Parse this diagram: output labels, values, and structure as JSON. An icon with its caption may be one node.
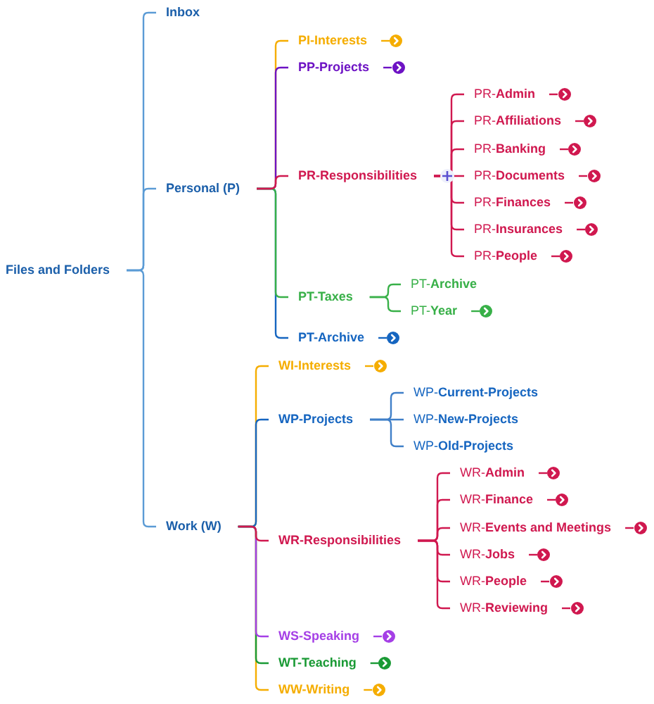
{
  "diagram": {
    "nodes": [
      {
        "text": [
          "Files and Folders"
        ]
      },
      {
        "text": [
          "Inbox"
        ]
      },
      {
        "text": [
          "Personal (P)"
        ]
      },
      {
        "text": [
          "PI-Interests"
        ]
      },
      {
        "text": [],
        "shape": "circle"
      },
      {
        "text": [
          "PP-Projects"
        ]
      },
      {
        "text": [],
        "shape": "circle"
      },
      {
        "text": [
          "PR-Responsibilities"
        ]
      },
      {
        "text": [
          "PR-**Admin**"
        ]
      },
      {
        "text": [],
        "shape": "circle"
      },
      {
        "text": [
          "PR-**Affiliations**"
        ]
      },
      {
        "text": [],
        "shape": "circle"
      },
      {
        "text": [
          "PR-**Banking**"
        ]
      },
      {
        "text": [],
        "shape": "circle"
      },
      {
        "text": [
          "PR-**Documents**"
        ]
      },
      {
        "text": [],
        "shape": "circle"
      },
      {
        "text": [
          "PR-**Finances**"
        ]
      },
      {
        "text": [],
        "shape": "circle"
      },
      {
        "text": [
          "PR-**Insurances**"
        ]
      },
      {
        "text": [],
        "shape": "circle"
      },
      {
        "text": [
          "PR-**People**"
        ]
      },
      {
        "text": [],
        "shape": "circle"
      },
      {
        "text": [
          "PT-Taxes"
        ]
      },
      {
        "text": [
          "PT-**Archive**"
        ]
      },
      {
        "text": [
          "PT-**Year**"
        ]
      },
      {
        "text": [],
        "shape": "circle"
      },
      {
        "text": [
          "PT-Archive"
        ]
      },
      {
        "text": [],
        "shape": "circle"
      },
      {
        "text": [
          "Work (W)"
        ]
      },
      {
        "text": [
          "WI-Interests"
        ]
      },
      {
        "text": [],
        "shape": "circle"
      },
      {
        "text": [
          "WP-Projects"
        ]
      },
      {
        "text": [
          "WP-**Current-Projects**"
        ]
      },
      {
        "text": [
          "WP-**New-Projects**"
        ]
      },
      {
        "text": [
          "WP-**Old-Projects**"
        ]
      },
      {
        "text": [
          "WR-Responsibilities"
        ]
      },
      {
        "text": [
          "WR-**Admin**"
        ]
      },
      {
        "text": [],
        "shape": "circle"
      },
      {
        "text": [
          "WR-**Finance**"
        ]
      },
      {
        "text": [],
        "shape": "circle"
      },
      {
        "text": [
          "WR-**Events and Meetings**"
        ]
      },
      {
        "text": [],
        "shape": "circle"
      },
      {
        "text": [
          "WR-**Jobs**"
        ]
      },
      {
        "text": [],
        "shape": "circle"
      },
      {
        "text": [
          "WR-**People**"
        ]
      },
      {
        "text": [],
        "shape": "circle"
      },
      {
        "text": [
          "WR-**Reviewing**"
        ]
      },
      {
        "text": [],
        "shape": "circle"
      },
      {
        "text": [
          "WS-Speaking"
        ]
      },
      {
        "text": [],
        "shape": "circle"
      },
      {
        "text": [
          "WT-Teaching"
        ]
      },
      {
        "text": [],
        "shape": "circle"
      },
      {
        "text": [
          "WW-Writing"
        ]
      },
      {
        "text": [],
        "shape": "circle"
      }
    ],
    "edges": [
      {
        "from": 0,
        "to": 1,
        "arrow": "none",
        "color": "#5b9bd5"
      },
      {
        "from": 0,
        "to": 2,
        "arrow": "none",
        "color": "#5b9bd5"
      },
      {
        "from": 0,
        "to": 28,
        "arrow": "none",
        "color": "#5b9bd5"
      },
      {
        "from": 2,
        "to": 3,
        "arrow": "none",
        "color": "#f5ad00"
      },
      {
        "from": 3,
        "to": 4,
        "arrow": "none",
        "color": "#f5ad00"
      },
      {
        "from": 2,
        "to": 5,
        "arrow": "none",
        "color": "#6d12c4"
      },
      {
        "from": 5,
        "to": 6,
        "arrow": "none",
        "color": "#6d12c4"
      },
      {
        "from": 2,
        "to": 7,
        "arrow": "none"
      },
      {
        "from": 7,
        "to": 8,
        "arrow": "none"
      },
      {
        "from": 8,
        "to": 9,
        "arrow": "none"
      },
      {
        "from": 7,
        "to": 10,
        "arrow": "none"
      },
      {
        "from": 10,
        "to": 11,
        "arrow": "none"
      },
      {
        "from": 7,
        "to": 12,
        "arrow": "none"
      },
      {
        "from": 12,
        "to": 13,
        "arrow": "none"
      },
      {
        "from": 7,
        "to": 14,
        "arrow": "none"
      },
      {
        "from": 14,
        "to": 15,
        "arrow": "none"
      },
      {
        "from": 7,
        "to": 16,
        "arrow": "none"
      },
      {
        "from": 16,
        "to": 17,
        "arrow": "none"
      },
      {
        "from": 7,
        "to": 18,
        "arrow": "none"
      },
      {
        "from": 18,
        "to": 19,
        "arrow": "none"
      },
      {
        "from": 7,
        "to": 20,
        "arrow": "none"
      },
      {
        "from": 20,
        "to": 21,
        "arrow": "none"
      },
      {
        "from": 2,
        "to": 22,
        "arrow": "none",
        "color": "#38b048"
      },
      {
        "from": 22,
        "to": 23,
        "arrow": "none",
        "color": "#38b048"
      },
      {
        "from": 22,
        "to": 24,
        "arrow": "none",
        "color": "#38b048"
      },
      {
        "from": 24,
        "to": 25,
        "arrow": "none",
        "color": "#38b048"
      },
      {
        "from": 2,
        "to": 26,
        "arrow": "none",
        "color": "#1565c0"
      },
      {
        "from": 26,
        "to": 27,
        "arrow": "none",
        "color": "#1565c0"
      },
      {
        "from": 28,
        "to": 29,
        "arrow": "none",
        "color": "#f5ad00"
      },
      {
        "from": 29,
        "to": 30,
        "arrow": "none",
        "color": "#f5ad00"
      },
      {
        "from": 28,
        "to": 31,
        "arrow": "none",
        "color": "#1565c0"
      },
      {
        "from": 31,
        "to": 32,
        "arrow": "none",
        "color": "#3f7fc8"
      },
      {
        "from": 31,
        "to": 33,
        "arrow": "none",
        "color": "#3f7fc8"
      },
      {
        "from": 31,
        "to": 34,
        "arrow": "none",
        "color": "#3f7fc8"
      },
      {
        "from": 28,
        "to": 35,
        "arrow": "none"
      },
      {
        "from": 35,
        "to": 36,
        "arrow": "none"
      },
      {
        "from": 36,
        "to": 37,
        "arrow": "none"
      },
      {
        "from": 35,
        "to": 38,
        "arrow": "none"
      },
      {
        "from": 38,
        "to": 39,
        "arrow": "none"
      },
      {
        "from": 35,
        "to": 40,
        "arrow": "none"
      },
      {
        "from": 40,
        "to": 41,
        "arrow": "none"
      },
      {
        "from": 35,
        "to": 42,
        "arrow": "none"
      },
      {
        "from": 42,
        "to": 43,
        "arrow": "none"
      },
      {
        "from": 35,
        "to": 44,
        "arrow": "none"
      },
      {
        "from": 44,
        "to": 45,
        "arrow": "none"
      },
      {
        "from": 35,
        "to": 46,
        "arrow": "none"
      },
      {
        "from": 46,
        "to": 47,
        "arrow": "none"
      },
      {
        "from": 28,
        "to": 48,
        "arrow": "none",
        "color": "#a53fe6"
      },
      {
        "from": 48,
        "to": 49,
        "arrow": "none",
        "color": "#a53fe6"
      },
      {
        "from": 28,
        "to": 50,
        "arrow": "none",
        "color": "#1a9a35"
      },
      {
        "from": 50,
        "to": 51,
        "arrow": "none",
        "color": "#1a9a35"
      },
      {
        "from": 28,
        "to": 52,
        "arrow": "none",
        "color": "#f5ad00"
      },
      {
        "from": 52,
        "to": 53,
        "arrow": "none",
        "color": "#f5ad00"
      }
    ]
  }
}
